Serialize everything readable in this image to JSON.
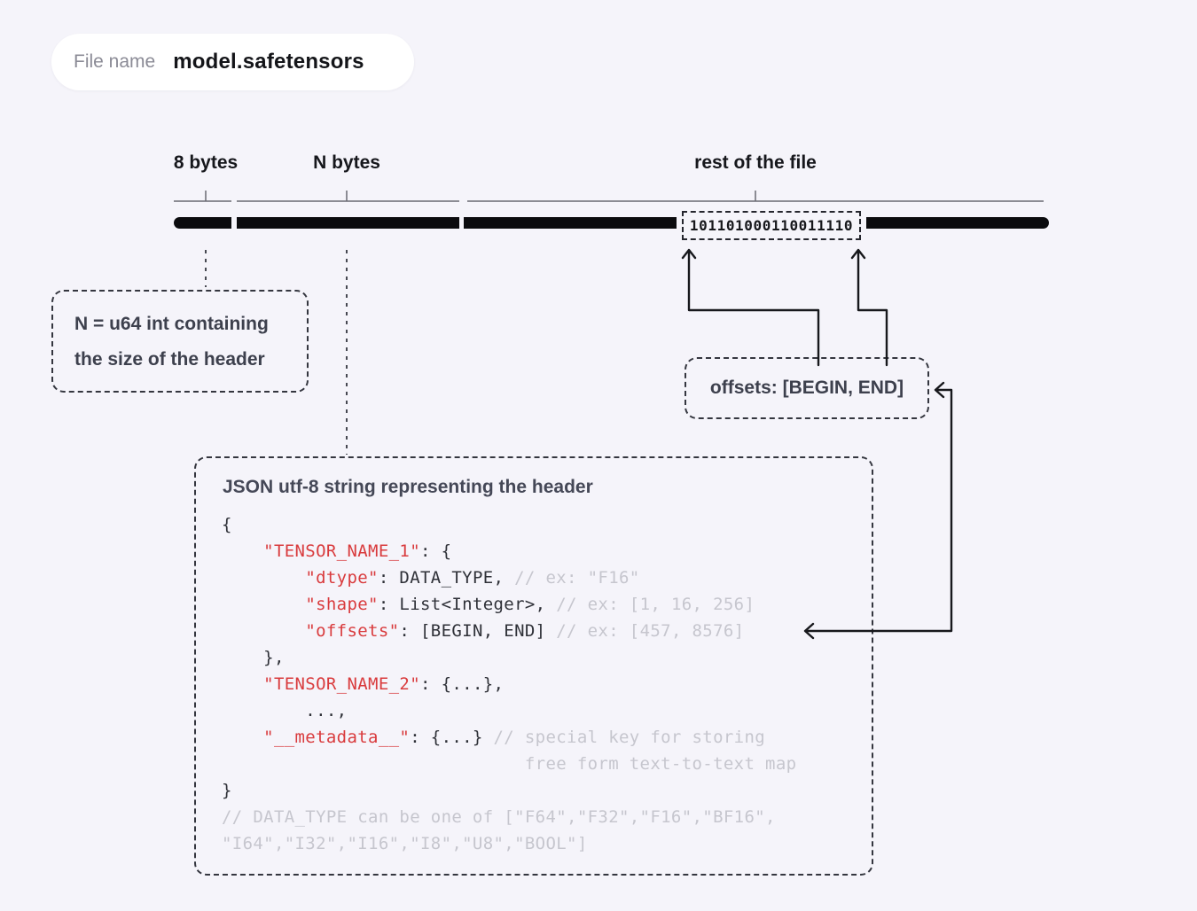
{
  "file_pill": {
    "label": "File name",
    "value": "model.safetensors"
  },
  "byte_map": {
    "segment_labels": [
      "8 bytes",
      "N bytes",
      "rest of the file"
    ],
    "binary_bits": "101101000110011110"
  },
  "callouts": {
    "header_size": {
      "line1": "N = u64 int containing",
      "line2": "the size of the header"
    },
    "offsets": {
      "label": "offsets: [BEGIN, END]"
    }
  },
  "header_json": {
    "title": "JSON utf-8 string representing the header",
    "code_lines": [
      [
        {
          "t": "{",
          "c": "d"
        }
      ],
      [
        {
          "t": "    ",
          "c": "d"
        },
        {
          "t": "\"TENSOR_NAME_1\"",
          "c": "r"
        },
        {
          "t": ": {",
          "c": "d"
        }
      ],
      [
        {
          "t": "        ",
          "c": "d"
        },
        {
          "t": "\"dtype\"",
          "c": "r"
        },
        {
          "t": ": DATA_TYPE, ",
          "c": "d"
        },
        {
          "t": "// ex: \"F16\"",
          "c": "c"
        }
      ],
      [
        {
          "t": "        ",
          "c": "d"
        },
        {
          "t": "\"shape\"",
          "c": "r"
        },
        {
          "t": ": List<Integer>, ",
          "c": "d"
        },
        {
          "t": "// ex: [1, 16, 256]",
          "c": "c"
        }
      ],
      [
        {
          "t": "        ",
          "c": "d"
        },
        {
          "t": "\"offsets\"",
          "c": "r"
        },
        {
          "t": ": [BEGIN, END] ",
          "c": "d"
        },
        {
          "t": "// ex: [457, 8576]",
          "c": "c"
        }
      ],
      [
        {
          "t": "    },",
          "c": "d"
        }
      ],
      [
        {
          "t": "    ",
          "c": "d"
        },
        {
          "t": "\"TENSOR_NAME_2\"",
          "c": "r"
        },
        {
          "t": ": {...},",
          "c": "d"
        }
      ],
      [
        {
          "t": "        ...,",
          "c": "d"
        }
      ],
      [
        {
          "t": "    ",
          "c": "d"
        },
        {
          "t": "\"__metadata__\"",
          "c": "r"
        },
        {
          "t": ": {...} ",
          "c": "d"
        },
        {
          "t": "// special key for storing",
          "c": "c"
        }
      ],
      [
        {
          "t": "                             free form text-to-text map",
          "c": "c"
        }
      ],
      [
        {
          "t": "}",
          "c": "d"
        }
      ],
      [
        {
          "t": "// DATA_TYPE can be one of [\"F64\",\"F32\",\"F16\",\"BF16\",",
          "c": "c"
        }
      ],
      [
        {
          "t": "\"I64\",\"I32\",\"I16\",\"I8\",\"U8\",\"BOOL\"]",
          "c": "c"
        }
      ]
    ]
  },
  "colors": {
    "background": "#f5f4fa",
    "pill_background": "#ffffff",
    "bar_black": "#0b0b0e",
    "label_dark": "#16171c",
    "muted_label": "#8b8b96",
    "callout_text": "#3d404d",
    "dashed_border": "#34363f",
    "code_dark": "#2f3138",
    "code_red": "#d93b3d",
    "code_comment": "#c6c6ce",
    "bracket_gray": "#6a6a72",
    "arrow_dark": "#17181c"
  }
}
